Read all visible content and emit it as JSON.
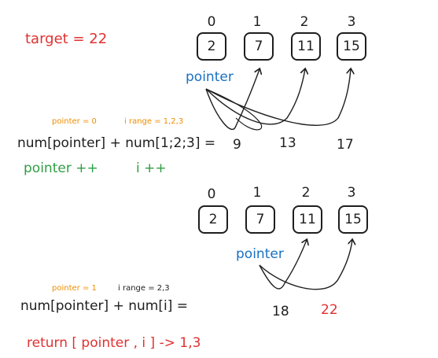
{
  "target_label": "target = 22",
  "section1": {
    "indices": [
      "0",
      "1",
      "2",
      "3"
    ],
    "values": [
      "2",
      "7",
      "11",
      "15"
    ],
    "pointer_label": "pointer",
    "note_pointer": "pointer = 0",
    "note_range": "i range = 1,2,3",
    "expression": "num[pointer] + num[1;2;3] =",
    "results": [
      "9",
      "13",
      "17"
    ],
    "step_pointer": "pointer ++",
    "step_i": "i ++"
  },
  "section2": {
    "indices": [
      "0",
      "1",
      "2",
      "3"
    ],
    "values": [
      "2",
      "7",
      "11",
      "15"
    ],
    "pointer_label": "pointer",
    "note_pointer": "pointer = 1",
    "note_range": "i range = 2,3",
    "expression": "num[pointer] + num[i] =",
    "results": [
      "18",
      "22"
    ]
  },
  "return_label": "return [ pointer , i ] -> 1,3",
  "colors": {
    "red": "#e03131",
    "blue": "#1971c2",
    "green": "#2f9e44",
    "orange": "#f08c00",
    "black": "#1e1e1e"
  }
}
